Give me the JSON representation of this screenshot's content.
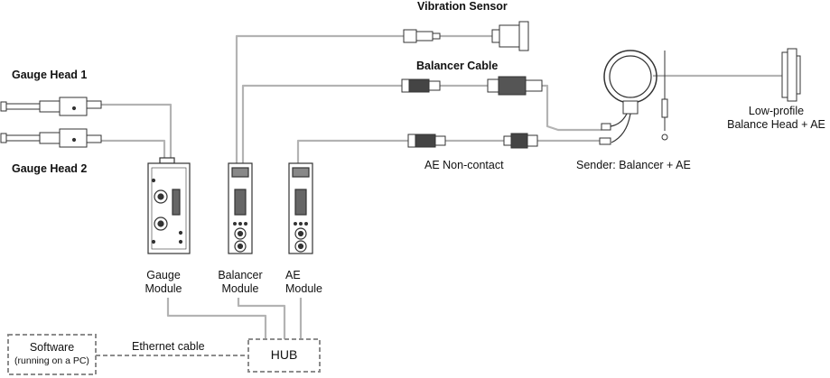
{
  "labels": {
    "vibration_sensor": "Vibration Sensor",
    "balancer_cable": "Balancer Cable",
    "gauge_head_1": "Gauge Head 1",
    "gauge_head_2": "Gauge Head 2",
    "ae_non_contact": "AE Non-contact",
    "sender": "Sender: Balancer + AE",
    "low_profile_line1": "Low-profile",
    "low_profile_line2": "Balance Head + AE",
    "gauge_module_line1": "Gauge",
    "gauge_module_line2": "Module",
    "balancer_module_line1": "Balancer",
    "balancer_module_line2": "Module",
    "ae_module_line1": "AE",
    "ae_module_line2": "Module",
    "software_line1": "Software",
    "software_line2": "(running on a PC)",
    "ethernet_cable": "Ethernet cable",
    "hub": "HUB"
  },
  "colors": {
    "cable": "#b3b3b3",
    "outline": "#333333",
    "dashed_box": "#8c8c8c"
  }
}
